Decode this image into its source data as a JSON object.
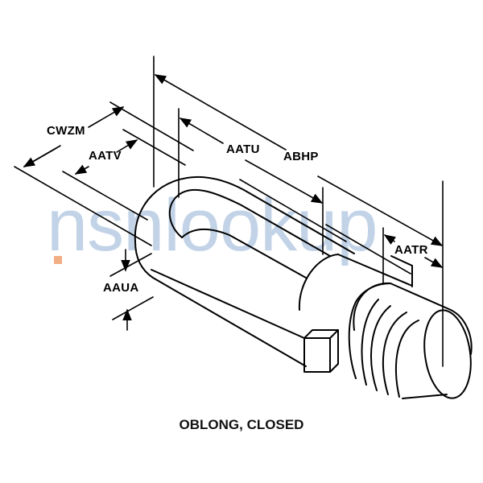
{
  "diagram": {
    "type": "technical line drawing",
    "subject": "eyebolt / threaded shank with oblong closed eye",
    "caption": "OBLONG, CLOSED",
    "watermark": "nsnlookup",
    "dimension_labels": {
      "cwzm": "CWZM",
      "aatv": "AATV",
      "aatu": "AATU",
      "abhp": "ABHP",
      "aatr": "AATR",
      "aaua": "AAUA"
    }
  },
  "colors": {
    "line": "#000000",
    "background": "#ffffff",
    "watermark_blue": "#6f97c8",
    "watermark_orange": "#f0a070"
  }
}
